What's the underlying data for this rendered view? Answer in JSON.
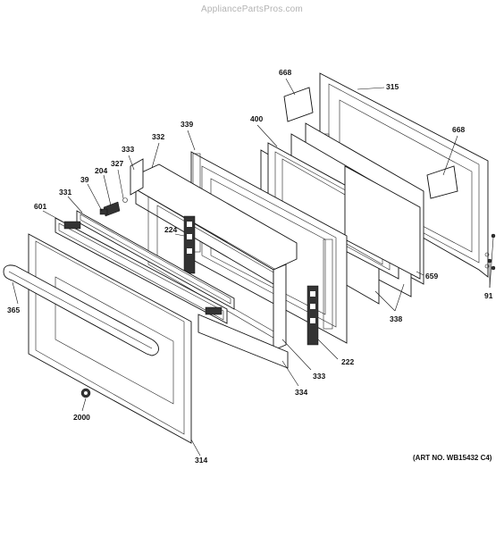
{
  "watermark": "AppliancePartsPros.com",
  "art_number": "(ART NO. WB15432 C4)",
  "callouts": {
    "p668a": "668",
    "p315": "315",
    "p668b": "668",
    "p400": "400",
    "p339": "339",
    "p332": "332",
    "p333a": "333",
    "p327": "327",
    "p204": "204",
    "p39": "39",
    "p331": "331",
    "p601": "601",
    "p224": "224",
    "p659": "659",
    "p91": "91",
    "p338": "338",
    "p365": "365",
    "p222": "222",
    "p333b": "333",
    "p334": "334",
    "p2000": "2000",
    "p314": "314"
  }
}
